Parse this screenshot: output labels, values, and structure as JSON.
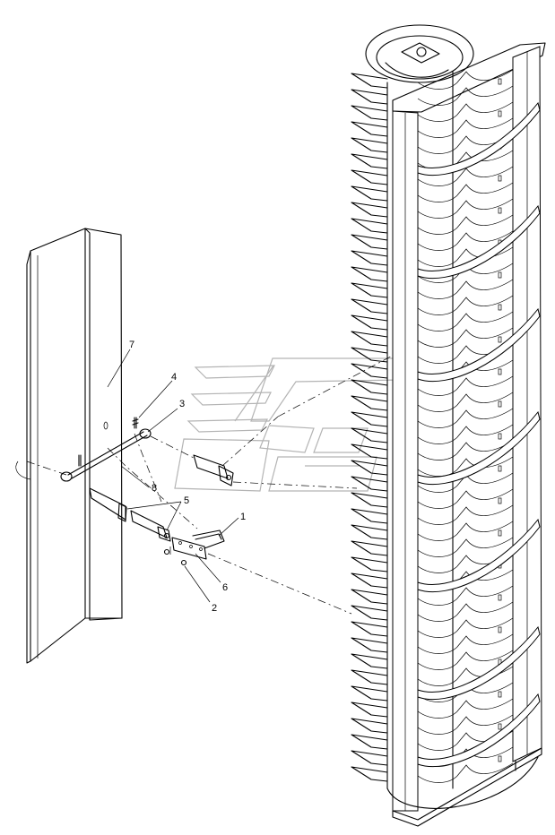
{
  "callouts": {
    "c1": "1",
    "c2": "2",
    "c3": "3",
    "c4": "4",
    "c5": "5",
    "c6": "6",
    "c7": "7",
    "c8": "8"
  },
  "colors": {
    "line": "#000000",
    "watermark": "#b4b4b4",
    "background": "#ffffff"
  }
}
